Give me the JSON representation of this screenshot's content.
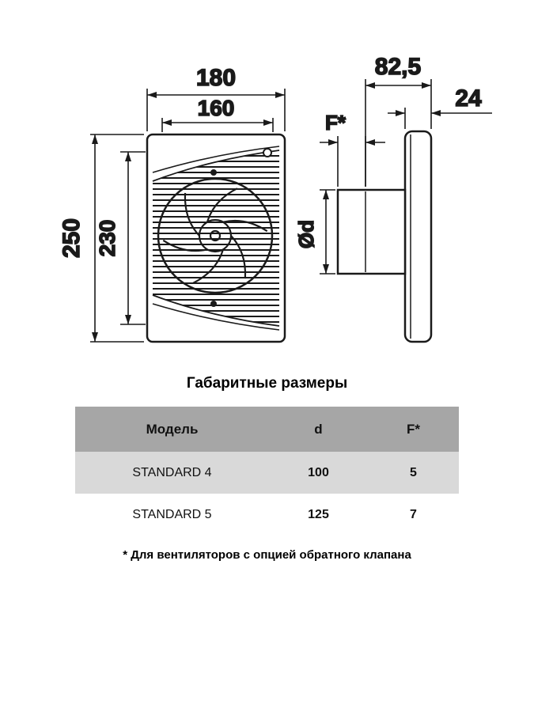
{
  "drawing": {
    "front": {
      "dim_width_outer": "180",
      "dim_width_inner": "160",
      "dim_height_outer": "250",
      "dim_height_inner": "230"
    },
    "side": {
      "dim_depth": "82,5",
      "dim_panel_depth": "24",
      "dim_flange": "F*",
      "dim_diameter": "Ød"
    }
  },
  "section_title": "Габаритные размеры",
  "table": {
    "headers": [
      "Модель",
      "d",
      "F*"
    ],
    "rows": [
      {
        "model": "STANDARD 4",
        "d": "100",
        "f": "5"
      },
      {
        "model": "STANDARD 5",
        "d": "125",
        "f": "7"
      }
    ]
  },
  "footnote": "* Для вентиляторов с опцией обратного клапана",
  "colors": {
    "line": "#1a1a1a",
    "table_header_bg": "#a6a6a6",
    "table_row_bg": "#d9d9d9"
  }
}
